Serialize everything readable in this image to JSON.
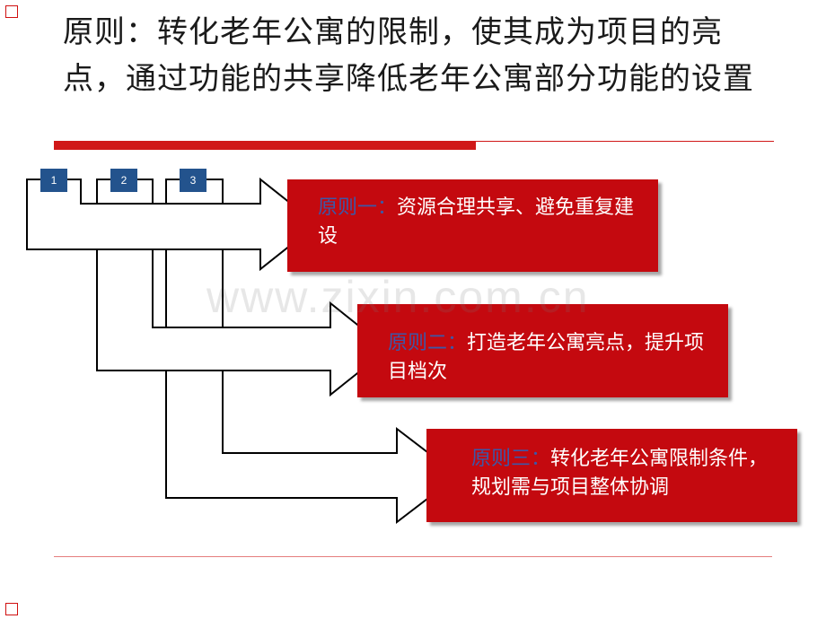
{
  "title": "原则：转化老年公寓的限制，使其成为项目的亮点，通过功能的共享降低老年公寓部分功能的设置",
  "steps": [
    "1",
    "2",
    "3"
  ],
  "principles": [
    {
      "label": "原则一：",
      "text": "资源合理共享、避免重复建设"
    },
    {
      "label": "原则二：",
      "text": "打造老年公寓亮点，提升项目档次"
    },
    {
      "label": "原则三：",
      "text": "转化老年公寓限制条件，规划需与项目整体协调"
    }
  ],
  "watermark": "www.zixin.com.cn",
  "colors": {
    "accent_red": "#c4090f",
    "tab_blue": "#23538d",
    "label_blue": "#3c58a8"
  }
}
